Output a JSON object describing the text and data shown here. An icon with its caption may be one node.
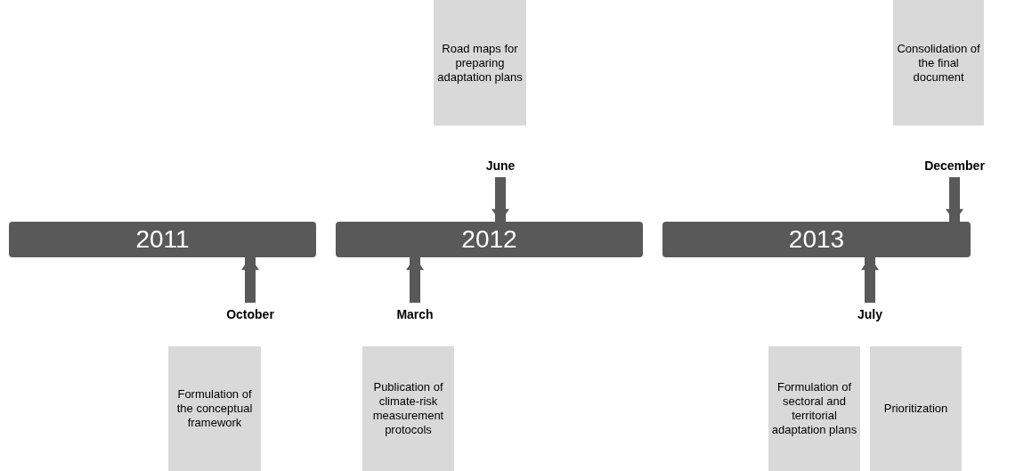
{
  "diagram": {
    "nodes": [
      {
        "text": [
          "Road maps for preparing adaptation plans"
        ]
      },
      {
        "text": [
          "Consolidation of the final document"
        ]
      },
      {
        "text": [
          "June"
        ]
      },
      {
        "text": [
          "December"
        ]
      },
      {
        "text": [
          "2011"
        ]
      },
      {
        "text": [
          "2012"
        ]
      },
      {
        "text": [
          "2013"
        ]
      },
      {
        "text": [
          "October"
        ]
      },
      {
        "text": [
          "March"
        ]
      },
      {
        "text": [
          "July"
        ]
      },
      {
        "text": [
          "Formulation of the conceptual framework"
        ]
      },
      {
        "text": [
          "Publication of climate-risk measurement protocols"
        ]
      },
      {
        "text": [
          "Formulation of sectoral and territorial adaptation plans"
        ]
      },
      {
        "text": [
          "Prioritization"
        ]
      }
    ],
    "edges": [
      {
        "from": 2,
        "to": 5,
        "arrow": "to"
      },
      {
        "from": 3,
        "to": 6,
        "arrow": "to"
      },
      {
        "from": 7,
        "to": 4,
        "arrow": "to"
      },
      {
        "from": 8,
        "to": 5,
        "arrow": "to"
      },
      {
        "from": 9,
        "to": 6,
        "arrow": "to"
      }
    ]
  }
}
